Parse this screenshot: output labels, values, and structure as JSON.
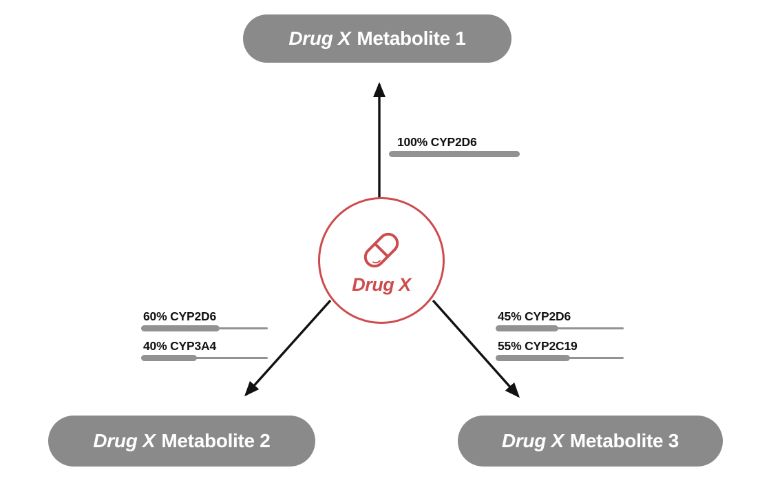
{
  "center": {
    "label": "Drug X",
    "icon": "pill-icon"
  },
  "nodes": {
    "m1": {
      "drug": "Drug X",
      "name": "Metabolite 1"
    },
    "m2": {
      "drug": "Drug X",
      "name": "Metabolite 2"
    },
    "m3": {
      "drug": "Drug X",
      "name": "Metabolite 3"
    }
  },
  "pathways": {
    "to_m1": [
      {
        "pct": 100,
        "pct_label": "100%",
        "enzyme": "CYP2D6"
      }
    ],
    "to_m2": [
      {
        "pct": 62,
        "pct_label": "60%",
        "enzyme": "CYP2D6"
      },
      {
        "pct": 44,
        "pct_label": "40%",
        "enzyme": "CYP3A4"
      }
    ],
    "to_m3": [
      {
        "pct": 49,
        "pct_label": "45%",
        "enzyme": "CYP2D6"
      },
      {
        "pct": 58,
        "pct_label": "55%",
        "enzyme": "CYP2C19"
      }
    ]
  },
  "colors": {
    "node_fill": "#8a8a8a",
    "node_text": "#ffffff",
    "accent_red": "#ce4b4d",
    "bar_gray": "#929292",
    "arrow": "#111111",
    "label_text": "#111111"
  }
}
